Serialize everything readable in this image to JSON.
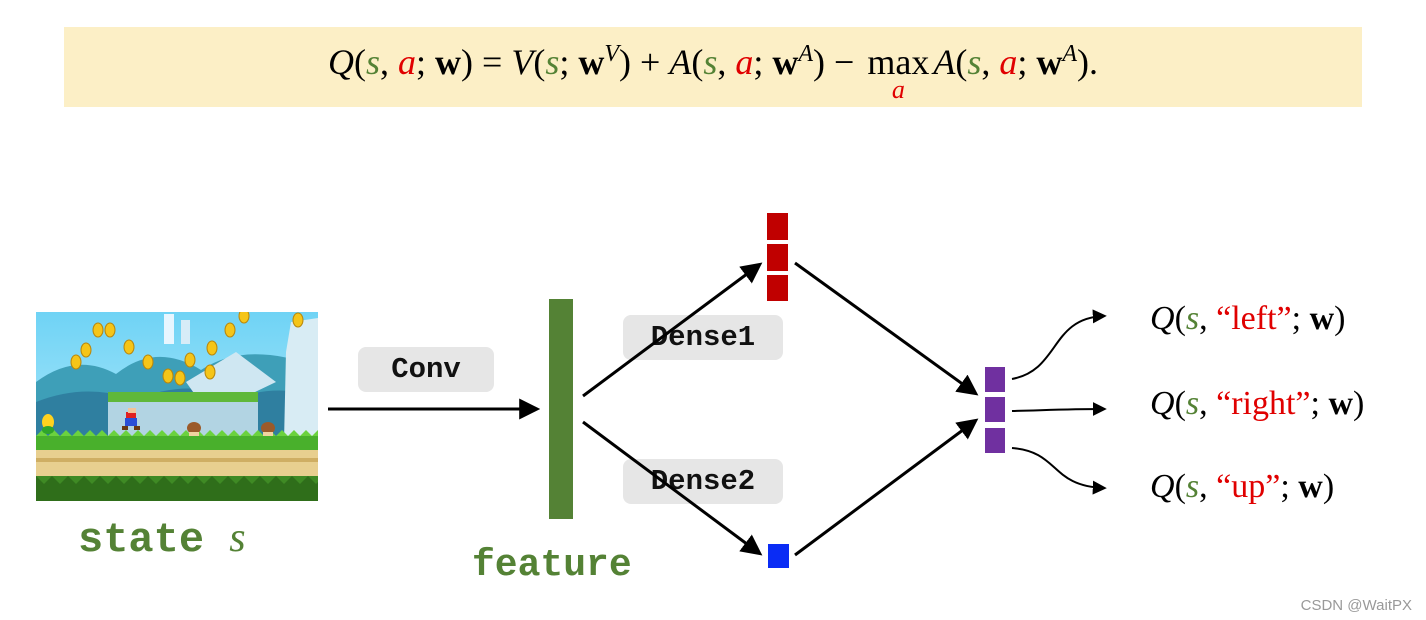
{
  "formula": {
    "Q": "Q",
    "lp": "(",
    "s": "s",
    "comma": ", ",
    "a": "a",
    "semi": "; ",
    "w": "w",
    "rp": ")",
    "eq": " = ",
    "V": "V",
    "supV": "V",
    "plus": " + ",
    "A": "A",
    "supA": "A",
    "minus": " − ",
    "max": "max",
    "max_sub": "a",
    "period": "."
  },
  "state": {
    "word": "state",
    "var": "s"
  },
  "conv_label": "Conv",
  "feature_label": "feature",
  "dense1_label": "Dense1",
  "dense2_label": "Dense2",
  "outputs": [
    {
      "Q": "Q",
      "lp": "(",
      "s": "s",
      "comma": ", ",
      "action": "“left”",
      "semi": "; ",
      "w": "w",
      "rp": ")"
    },
    {
      "Q": "Q",
      "lp": "(",
      "s": "s",
      "comma": ", ",
      "action": "“right”",
      "semi": "; ",
      "w": "w",
      "rp": ")"
    },
    {
      "Q": "Q",
      "lp": "(",
      "s": "s",
      "comma": ", ",
      "action": "“up”",
      "semi": "; ",
      "w": "w",
      "rp": ")"
    }
  ],
  "watermark": "CSDN @WaitPX",
  "colors": {
    "green": "#548235",
    "red": "#e00000",
    "dense1_out": "#c00000",
    "dense2_out": "#0a2cf5",
    "q_out": "#7030a0",
    "formula_bg": "#fcefc6"
  }
}
